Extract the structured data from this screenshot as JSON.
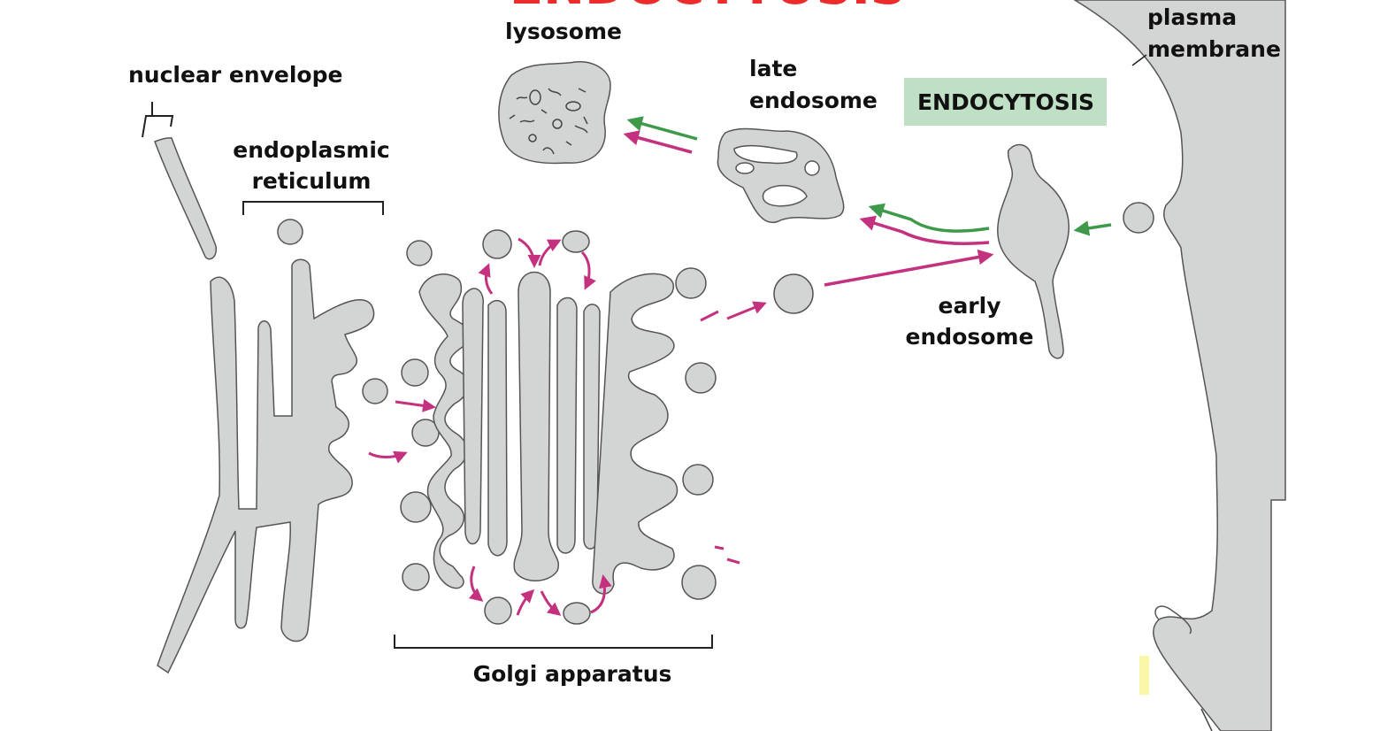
{
  "page_title": "ENDOCYTOSIS",
  "banner": {
    "text": "ENDOCYTOSIS"
  },
  "labels": {
    "lysosome": "lysosome",
    "late_endosome": [
      "late",
      "endosome"
    ],
    "plasma_membrane": [
      "plasma",
      "membrane"
    ],
    "nuclear_envelope": "nuclear envelope",
    "endoplasmic_reticulum": [
      "endoplasmic",
      "reticulum"
    ],
    "early_endosome": [
      "early",
      "endosome"
    ],
    "golgi_apparatus": "Golgi apparatus"
  },
  "colors": {
    "title_red": "#ee2b2b",
    "organelle_fill": "#d2d5d3",
    "outline": "#555555",
    "arrow_magenta": "#c4317f",
    "arrow_green": "#3e9a4a",
    "banner_green": "#bfe0c4",
    "highlight_yellow": "#fbf7a8"
  }
}
